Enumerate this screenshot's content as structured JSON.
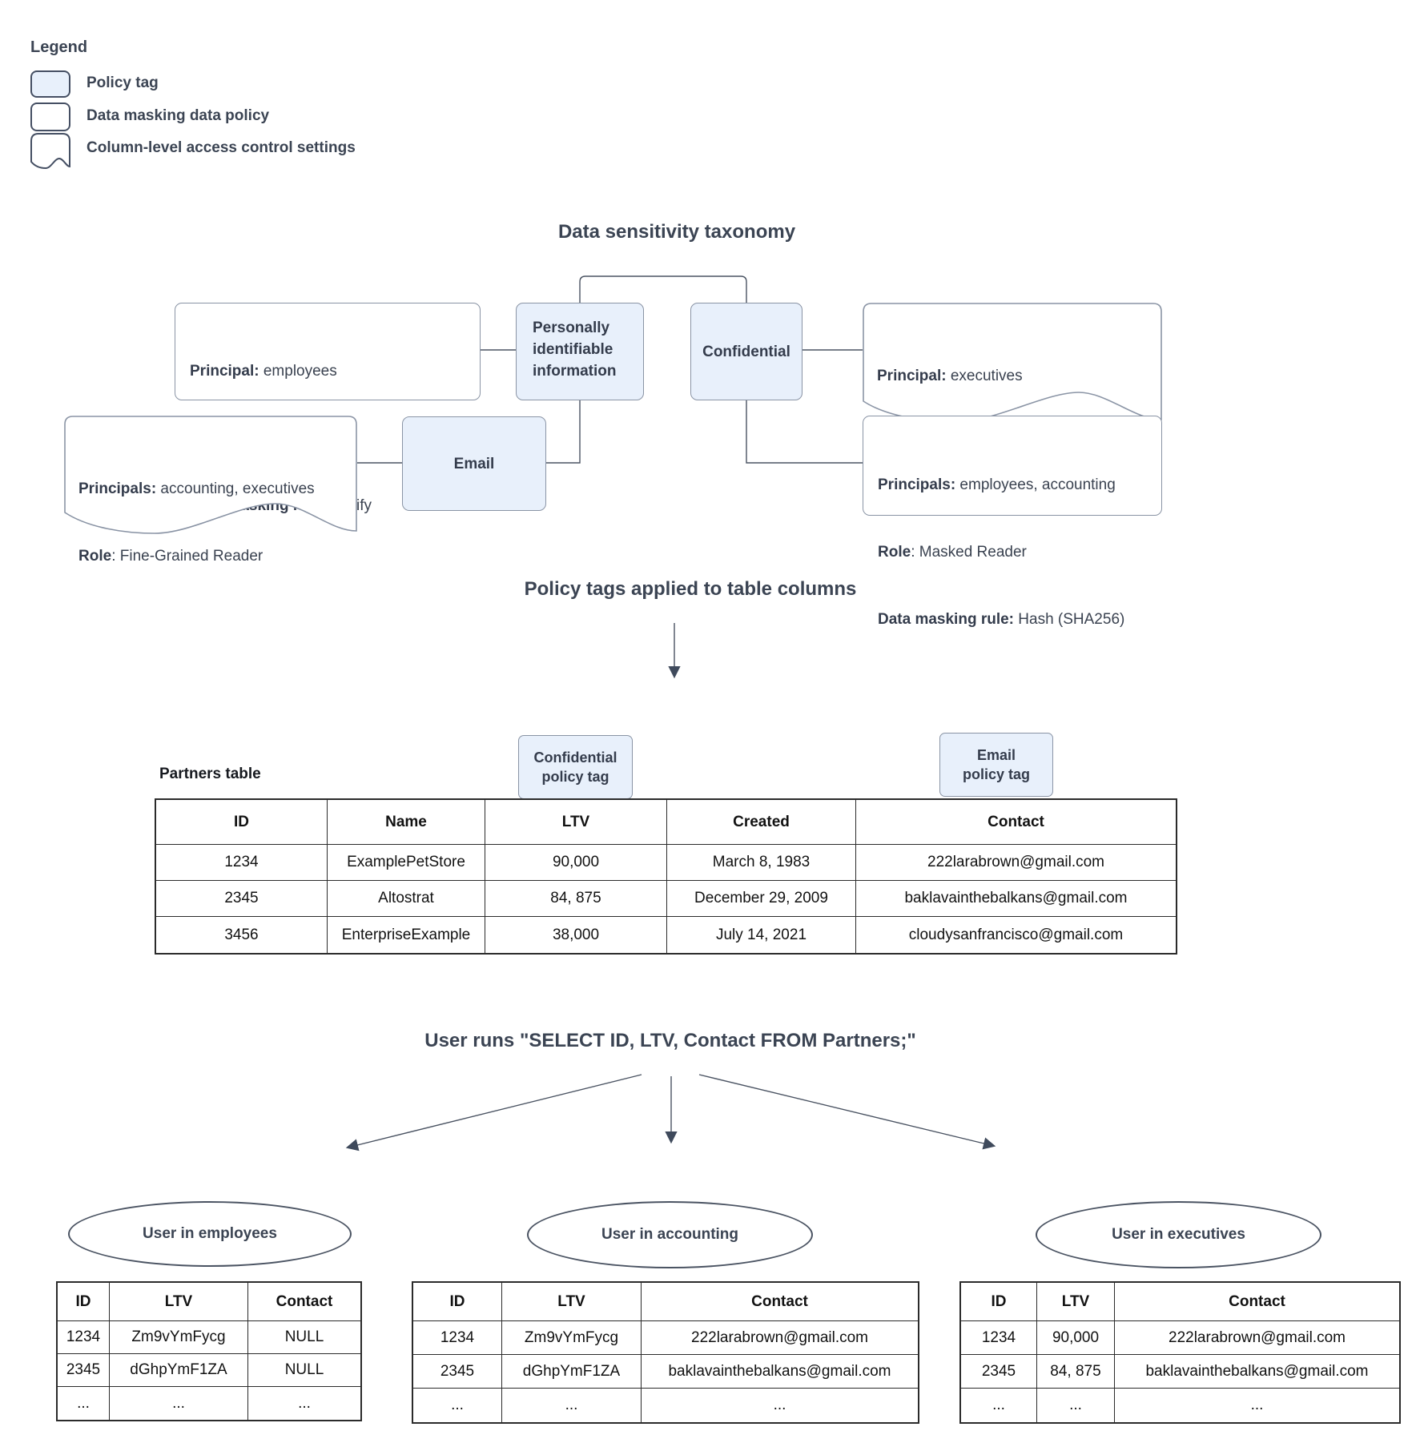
{
  "colors": {
    "policy_tag_fill": "#e8f0fb",
    "box_border": "#8a94a5",
    "legend_border": "#454f63",
    "connector_line": "#4a5362",
    "heading_text": "#3b4453",
    "table_border": "#2b2b2b"
  },
  "legend": {
    "title": "Legend",
    "items": [
      {
        "label": "Policy tag"
      },
      {
        "label": "Data masking data policy"
      },
      {
        "label": "Column-level access control settings"
      }
    ]
  },
  "taxonomy": {
    "title": "Data sensitivity taxonomy",
    "pii_tag": "Personally identifiable information",
    "confidential_tag": "Confidential",
    "email_tag": "Email",
    "nullify_policy": {
      "lines": [
        {
          "label": "Principal:",
          "value": " employees"
        },
        {
          "label": "Role",
          "value": ": Masked Reader"
        },
        {
          "label": "Data masking rule:",
          "value": " Nullify"
        }
      ]
    },
    "executives_access": {
      "lines": [
        {
          "label": "Principal:",
          "value": " executives"
        },
        {
          "label": "Role",
          "value": ": Fine-Grained Reader"
        }
      ]
    },
    "email_access": {
      "lines": [
        {
          "label": "Principals:",
          "value": " accounting, executives"
        },
        {
          "label": "Role",
          "value": ": Fine-Grained Reader"
        }
      ]
    },
    "hash_policy": {
      "lines": [
        {
          "label": "Principals:",
          "value": " employees, accounting"
        },
        {
          "label": "Role",
          "value": ": Masked Reader"
        },
        {
          "label": "Data masking rule:",
          "value": " Hash (SHA256)"
        }
      ]
    }
  },
  "applied": {
    "title": "Policy tags applied to table columns",
    "table_label": "Partners table",
    "confidential_chip": "Confidential\npolicy tag",
    "email_chip": "Email\npolicy tag",
    "table": {
      "headers": [
        "ID",
        "Name",
        "LTV",
        "Created",
        "Contact"
      ],
      "rows": [
        [
          "1234",
          "ExamplePetStore",
          "90,000",
          "March 8, 1983",
          "222larabrown@gmail.com"
        ],
        [
          "2345",
          "Altostrat",
          "84, 875",
          "December 29, 2009",
          "baklavainthebalkans@gmail.com"
        ],
        [
          "3456",
          "EnterpriseExample",
          "38,000",
          "July 14, 2021",
          "cloudysanfrancisco@gmail.com"
        ]
      ]
    }
  },
  "query": {
    "title": "User runs \"SELECT ID, LTV, Contact FROM Partners;\""
  },
  "results": [
    {
      "user": "User in employees",
      "headers": [
        "ID",
        "LTV",
        "Contact"
      ],
      "rows": [
        [
          "1234",
          "Zm9vYmFycg",
          "NULL"
        ],
        [
          "2345",
          "dGhpYmF1ZA",
          "NULL"
        ],
        [
          "...",
          "...",
          "..."
        ]
      ]
    },
    {
      "user": "User in accounting",
      "headers": [
        "ID",
        "LTV",
        "Contact"
      ],
      "rows": [
        [
          "1234",
          "Zm9vYmFycg",
          "222larabrown@gmail.com"
        ],
        [
          "2345",
          "dGhpYmF1ZA",
          "baklavainthebalkans@gmail.com"
        ],
        [
          "...",
          "...",
          "..."
        ]
      ]
    },
    {
      "user": "User in executives",
      "headers": [
        "ID",
        "LTV",
        "Contact"
      ],
      "rows": [
        [
          "1234",
          "90,000",
          "222larabrown@gmail.com"
        ],
        [
          "2345",
          "84, 875",
          "baklavainthebalkans@gmail.com"
        ],
        [
          "...",
          "...",
          "..."
        ]
      ]
    }
  ]
}
